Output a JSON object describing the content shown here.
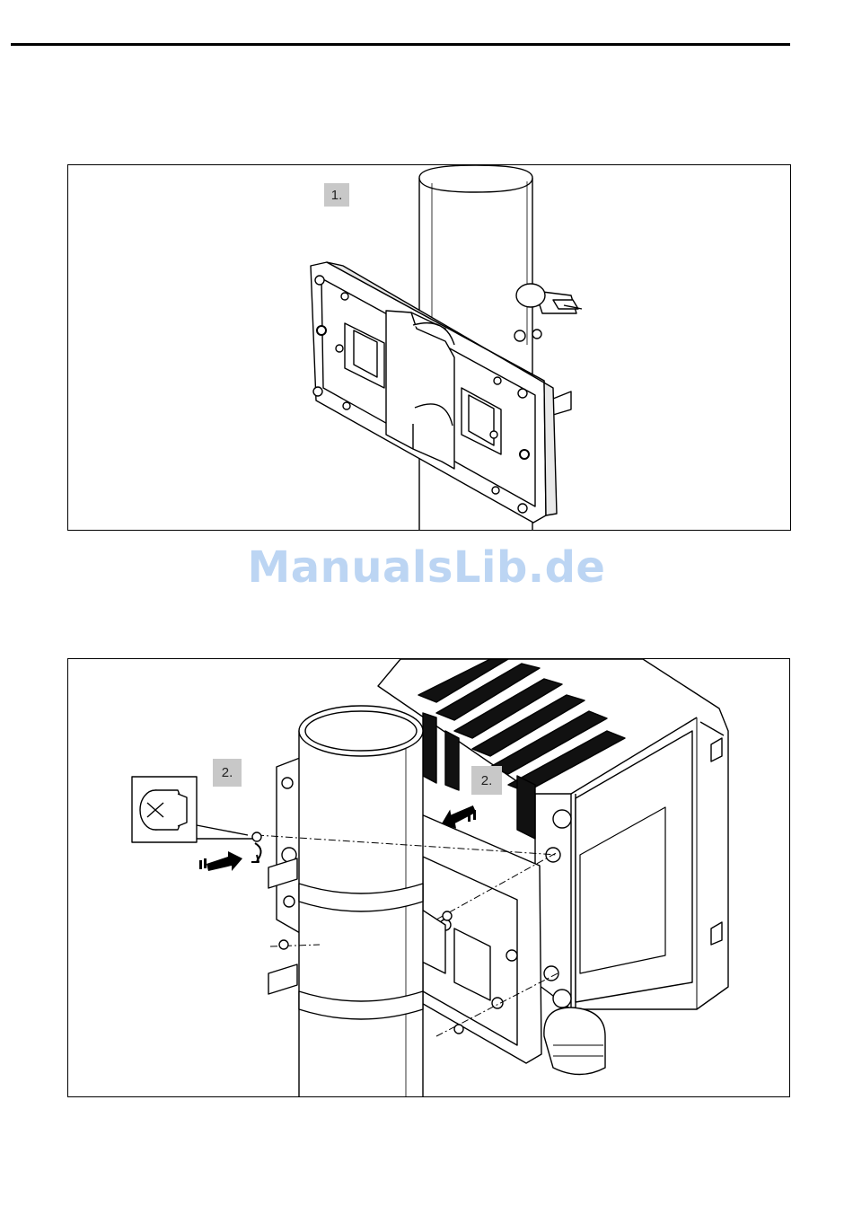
{
  "figure1": {
    "step_label": "1."
  },
  "figure2": {
    "step_label_left": "2.",
    "step_label_right": "2."
  },
  "watermark": {
    "text": "ManualsLib.de",
    "color": "#bcd5f3"
  },
  "colors": {
    "line": "#000000",
    "badge": "#c8c8c8",
    "dark": "#111111"
  }
}
